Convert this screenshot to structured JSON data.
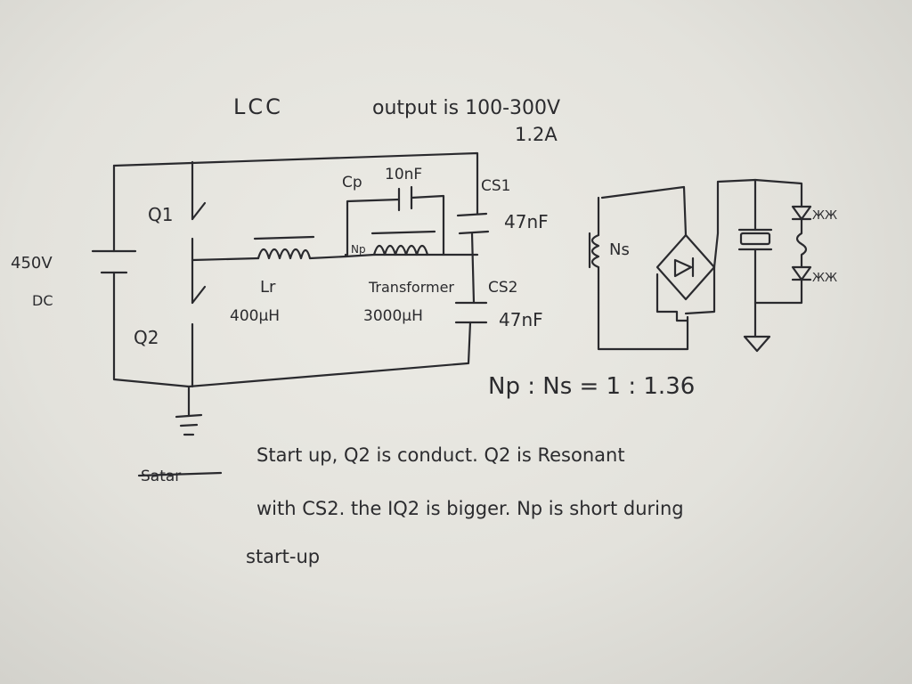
{
  "notes": {
    "topology": "LCC",
    "output_line1": "output is 100-300V",
    "output_line2": "1.2A",
    "dc_source_value": "450V",
    "dc_source_type": "DC",
    "q1_label": "Q1",
    "q2_label": "Q2",
    "lr_label": "Lr",
    "lr_value": "400μH",
    "cp_label": "Cp",
    "cp_value": "10nF",
    "np_label": "Np",
    "transformer_label": "Transformer",
    "transformer_value": "3000μH",
    "cs1_label": "CS1",
    "cs1_value": "47nF",
    "cs2_label": "CS2",
    "cs2_value": "47nF",
    "ns_label": "Ns",
    "led_label_1": "ЖЖ",
    "led_label_2": "ЖЖ",
    "turns_ratio": "Np : Ns = 1 : 1.36",
    "struck_word": "Satar",
    "comment_line1": "Start up, Q2 is conduct. Q2 is Resonant",
    "comment_line2": "with CS2. the IQ2 is bigger. Np is short during",
    "comment_line3": "start-up"
  },
  "colors": {
    "ink": "#2b2b2e",
    "paper": "#e8e7e1"
  }
}
